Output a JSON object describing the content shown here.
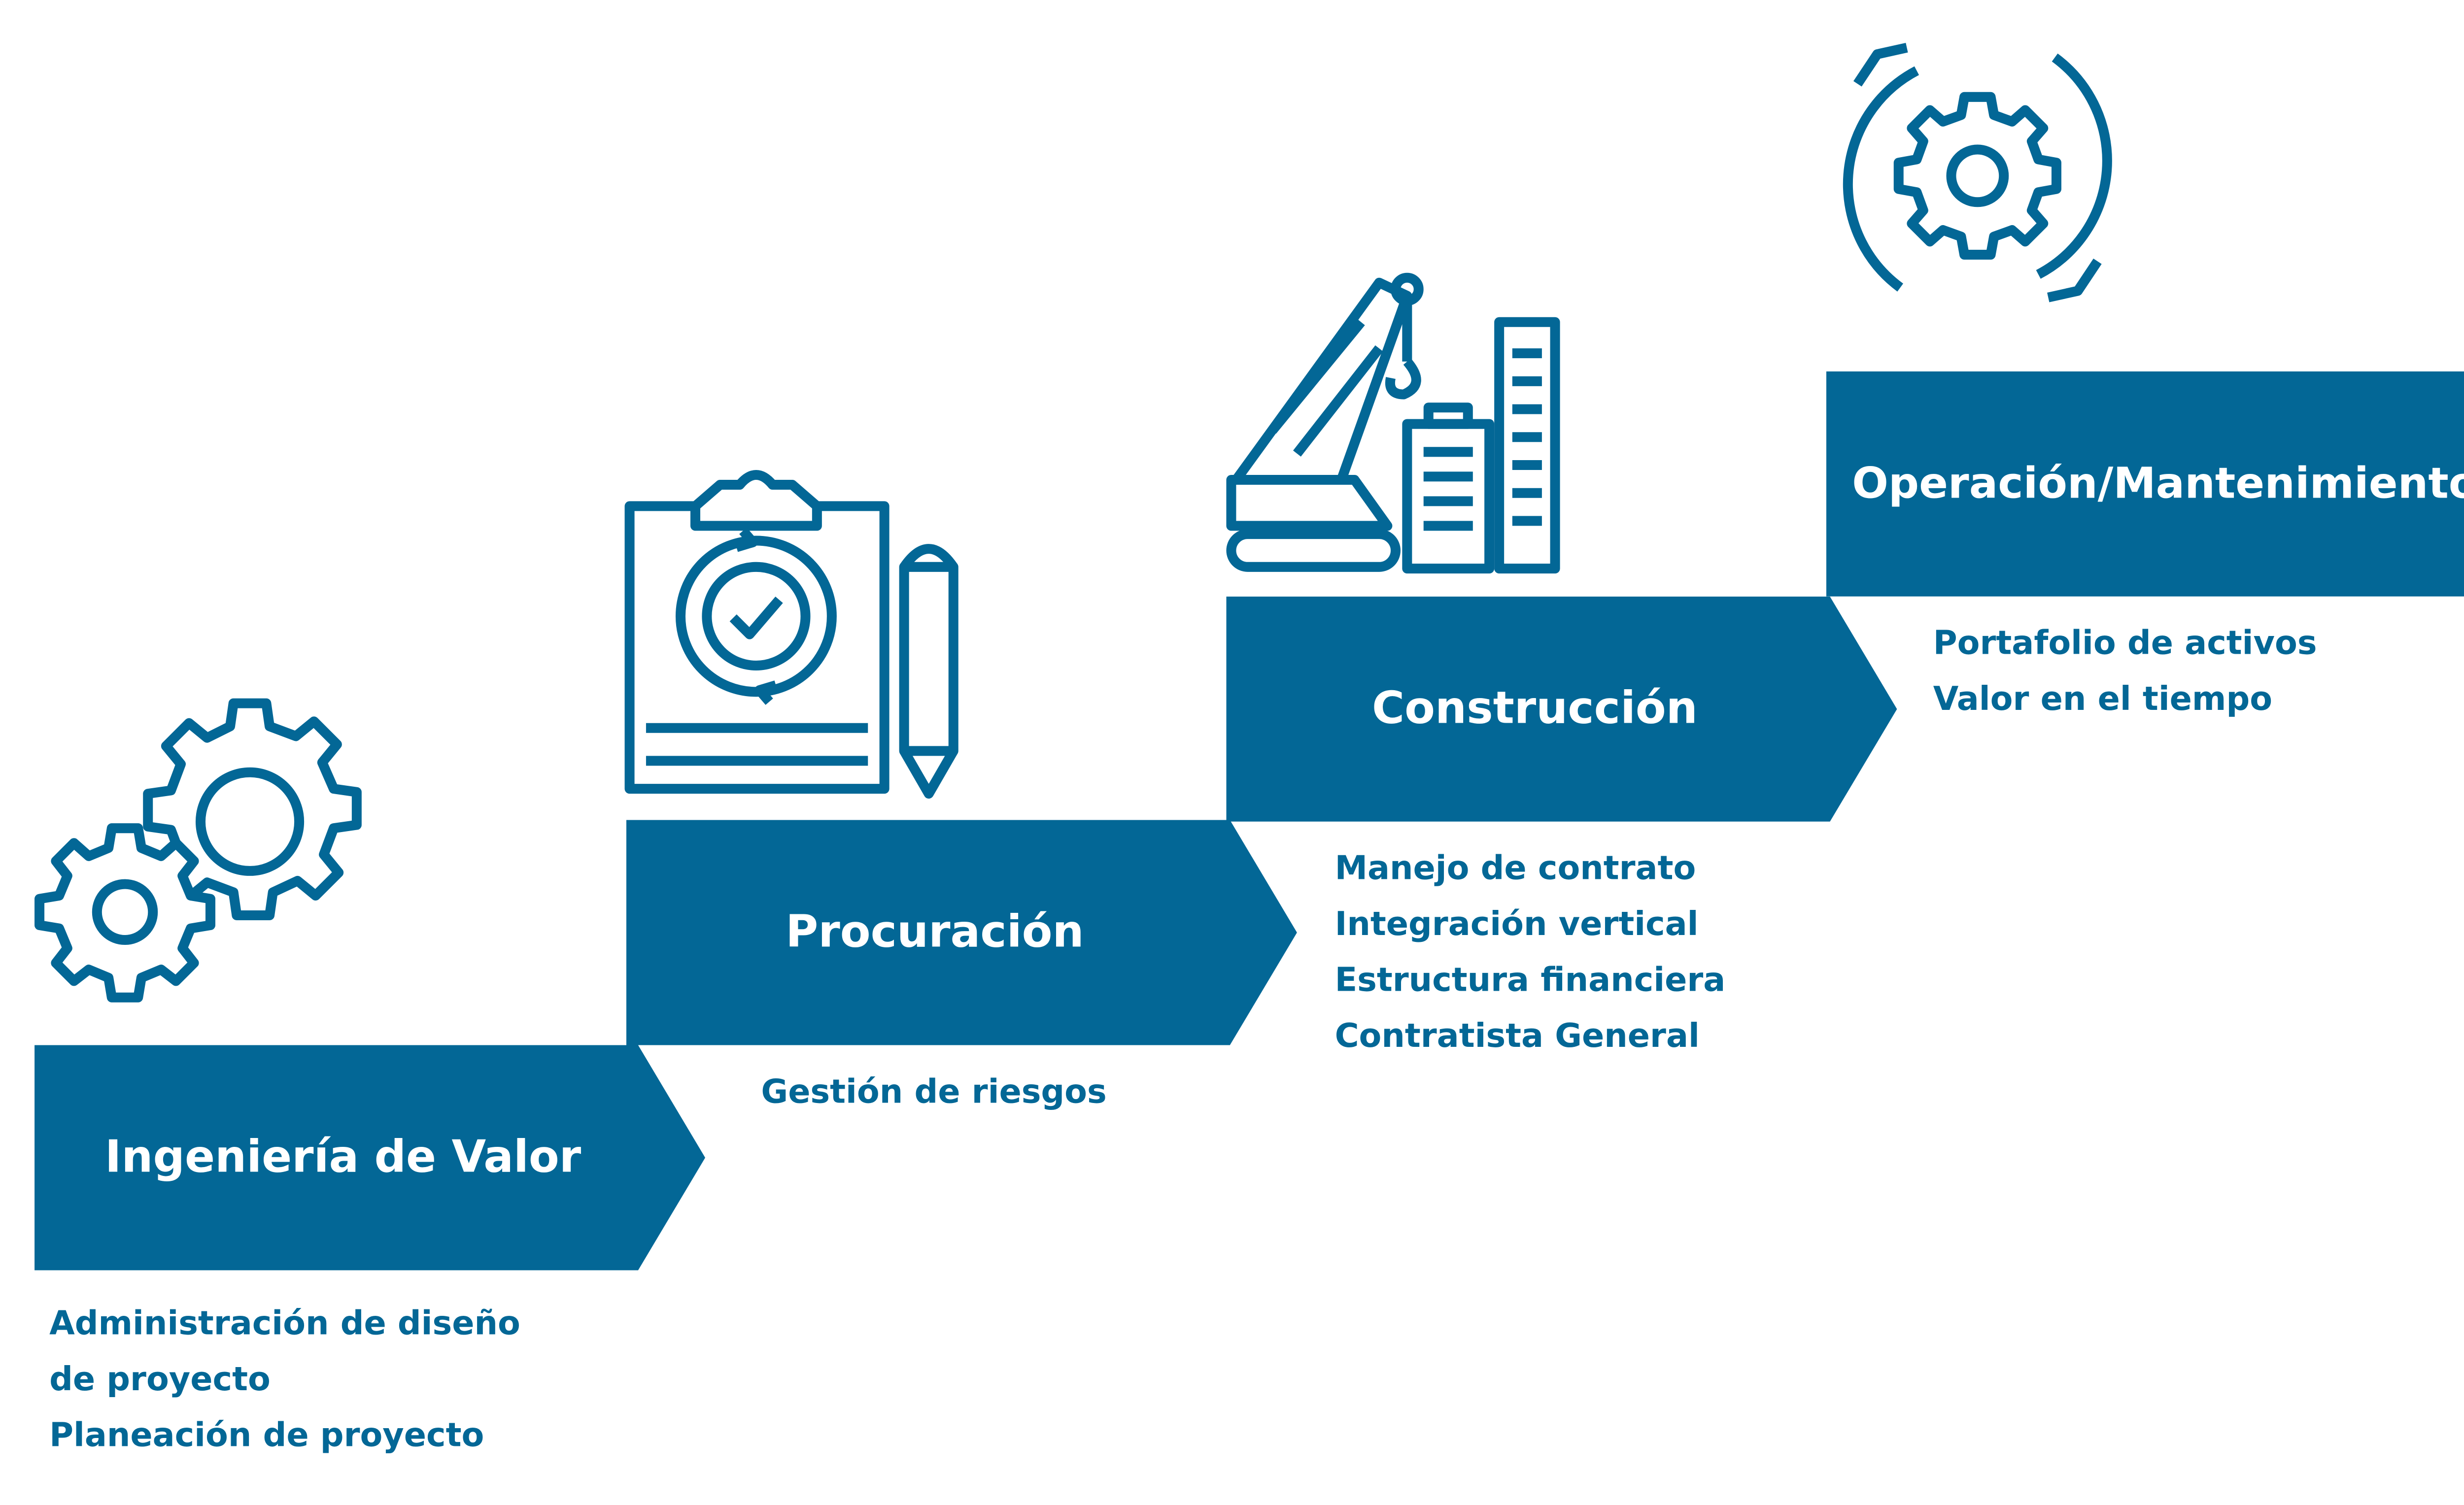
{
  "accent_color": "#036796",
  "steps": [
    {
      "title": "Ingeniería de Valor",
      "icon": "gears-icon",
      "bullets": [
        "Administración de diseño",
        "de proyecto",
        "Planeación de proyecto"
      ]
    },
    {
      "title": "Procuración",
      "icon": "clipboard-checklist-icon",
      "bullets": [
        "Gestión de riesgos"
      ]
    },
    {
      "title": "Construcción",
      "icon": "crane-building-icon",
      "bullets": [
        "Manejo de contrato",
        "Integración vertical",
        "Estructura financiera",
        "Contratista General"
      ]
    },
    {
      "title": "Operación/Mantenimiento",
      "icon": "gear-cycle-icon",
      "bullets": [
        "Portafolio de activos",
        "Valor en el tiempo"
      ]
    }
  ]
}
